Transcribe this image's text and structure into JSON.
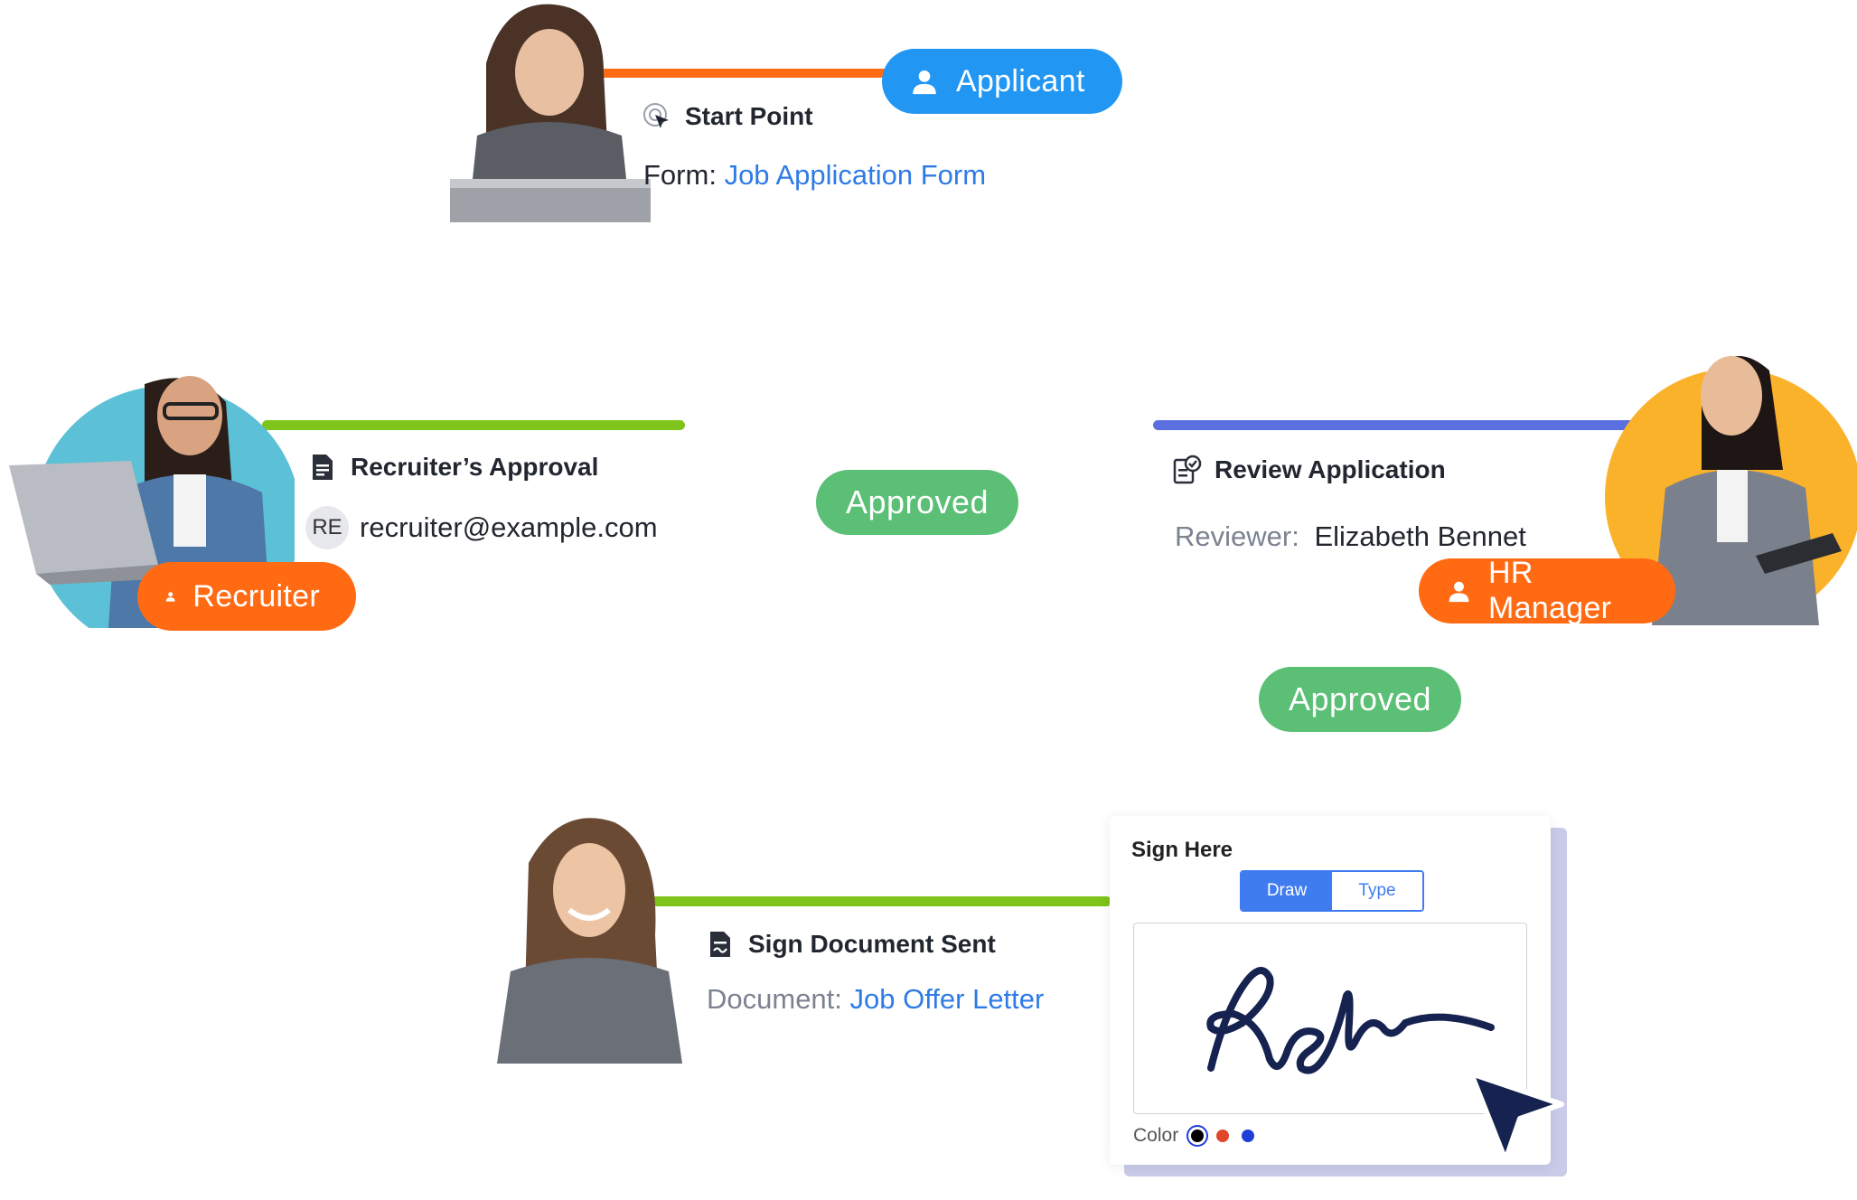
{
  "applicant": {
    "role_label": "Applicant",
    "step_title": "Start Point",
    "form_prefix": "Form:",
    "form_name": "Job Application Form"
  },
  "recruiter": {
    "role_label": "Recruiter",
    "step_title": "Recruiter’s Approval",
    "avatar_initials": "RE",
    "email": "recruiter@example.com"
  },
  "status_1": "Approved",
  "hr_manager": {
    "role_label": "HR Manager",
    "step_title": "Review Application",
    "reviewer_prefix": "Reviewer:",
    "reviewer_name": "Elizabeth Bennet"
  },
  "status_2": "Approved",
  "signer": {
    "step_title": "Sign Document Sent",
    "document_prefix": "Document:",
    "document_name": "Job Offer Letter"
  },
  "signature_card": {
    "title": "Sign Here",
    "tab_draw": "Draw",
    "tab_type": "Type",
    "color_label": "Color",
    "colors": [
      "#000000",
      "#e0472a",
      "#1e3fd6"
    ]
  },
  "colors": {
    "applicant_bar": "#ff6a13",
    "recruiter_bar": "#7ec41a",
    "hr_bar": "#5b6fe0",
    "signer_bar": "#7ec41a",
    "approved_pill": "#5bbf76",
    "role_blue": "#2196f3",
    "role_orange": "#ff6a13"
  }
}
